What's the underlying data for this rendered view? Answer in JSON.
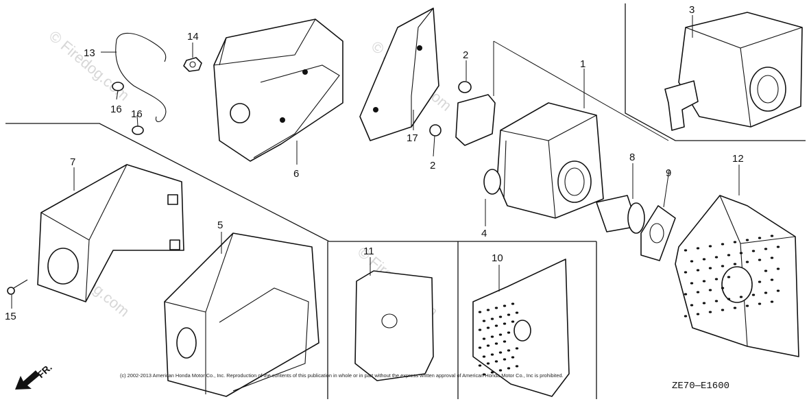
{
  "diagram": {
    "callouts": [
      "1",
      "2",
      "2",
      "3",
      "4",
      "5",
      "6",
      "7",
      "8",
      "9",
      "10",
      "11",
      "12",
      "13",
      "14",
      "15",
      "16",
      "16",
      "17"
    ],
    "watermark": "© Firedog.com",
    "copyright": "(c) 2002-2013 American Honda Motor Co., Inc. Reproduction of the contents of this publication in whole or in part without the express written approval of American Honda Motor Co., Inc is prohibited.",
    "diagram_code": "ZE70—E1600",
    "direction_label": "FR."
  }
}
